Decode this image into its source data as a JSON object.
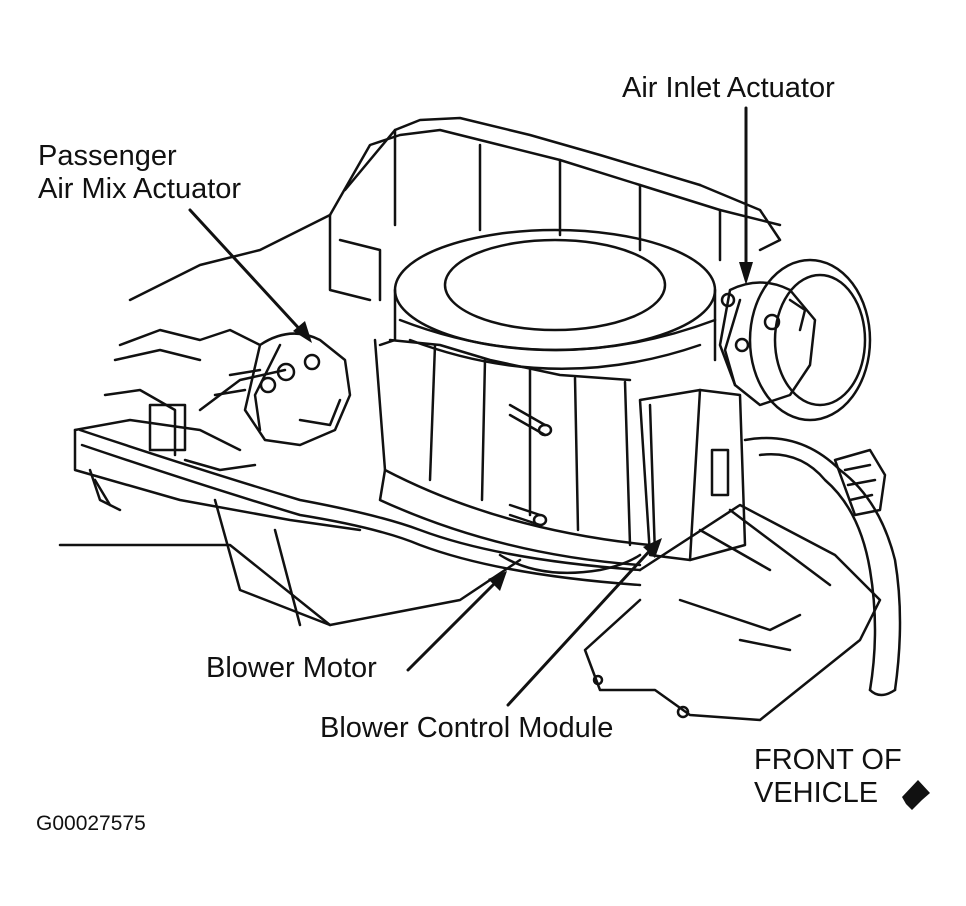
{
  "labels": {
    "passenger_air_mix_line1": "Passenger",
    "passenger_air_mix_line2": "Air Mix Actuator",
    "air_inlet": "Air Inlet Actuator",
    "blower_motor": "Blower Motor",
    "blower_control_module": "Blower Control Module",
    "front_line1": "FRONT OF",
    "front_line2": "VEHICLE"
  },
  "figure_id": "G00027575",
  "colors": {
    "ink": "#111111",
    "paper": "#ffffff"
  }
}
